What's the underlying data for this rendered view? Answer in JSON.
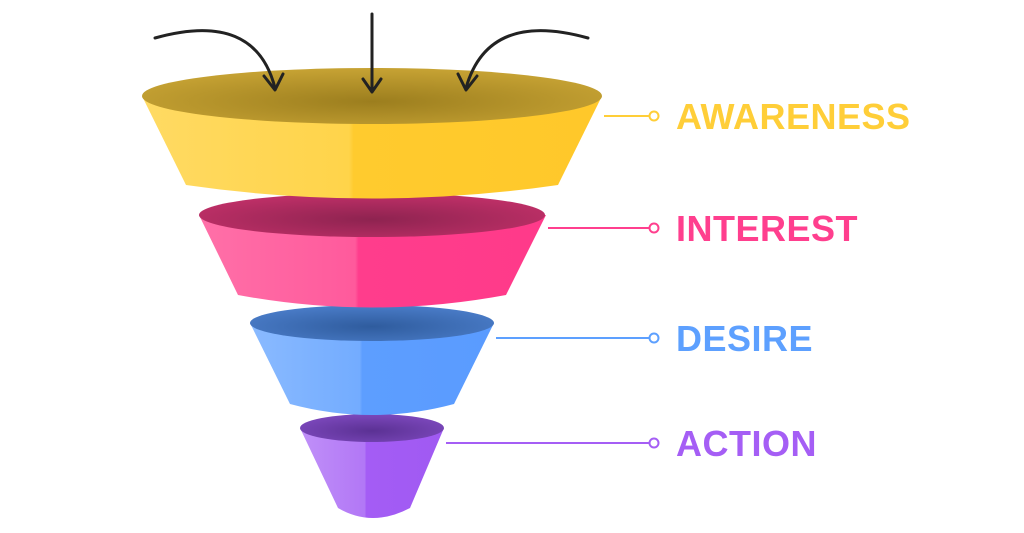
{
  "stages": [
    {
      "label": "AWARENESS",
      "color": "#FFCE38",
      "rim": "#B8962A",
      "side": "#FFD95E"
    },
    {
      "label": "INTEREST",
      "color": "#FF3F8E",
      "rim": "#B02C5E",
      "side": "#FF6FA8"
    },
    {
      "label": "DESIRE",
      "color": "#5DA0FF",
      "rim": "#3D6FB8",
      "side": "#86B8FF"
    },
    {
      "label": "ACTION",
      "color": "#A55EF5",
      "rim": "#6E3FA8",
      "side": "#BE86F8"
    }
  ],
  "arrow_icons": [
    "arrow-curved-left-icon",
    "arrow-down-icon",
    "arrow-curved-right-icon"
  ],
  "arrow_color": "#222222"
}
